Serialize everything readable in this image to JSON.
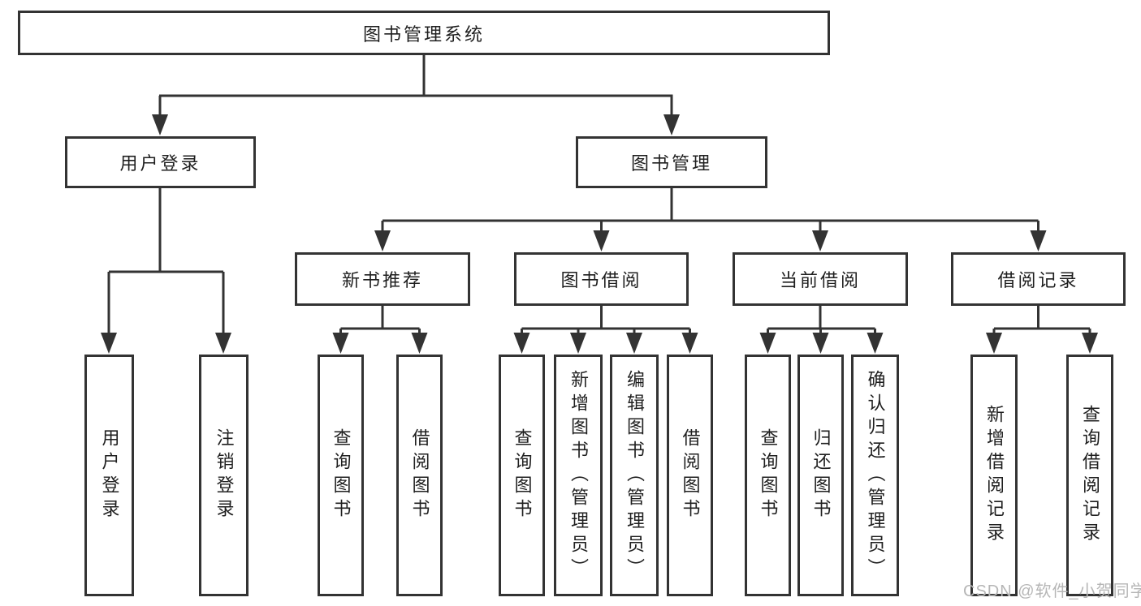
{
  "diagram": {
    "root": {
      "label": "图书管理系统"
    },
    "branches": [
      {
        "label": "用户登录",
        "children": [
          {
            "label": "用户登录"
          },
          {
            "label": "注销登录"
          }
        ]
      },
      {
        "label": "图书管理",
        "children": [
          {
            "label": "新书推荐",
            "children": [
              {
                "label": "查询图书"
              },
              {
                "label": "借阅图书"
              }
            ]
          },
          {
            "label": "图书借阅",
            "children": [
              {
                "label": "查询图书"
              },
              {
                "label": "新增图书（管理员）"
              },
              {
                "label": "编辑图书（管理员）"
              },
              {
                "label": "借阅图书"
              }
            ]
          },
          {
            "label": "当前借阅",
            "children": [
              {
                "label": "查询图书"
              },
              {
                "label": "归还图书"
              },
              {
                "label": "确认归还（管理员）"
              }
            ]
          },
          {
            "label": "借阅记录",
            "children": [
              {
                "label": "新增借阅记录"
              },
              {
                "label": "查询借阅记录"
              }
            ]
          }
        ]
      }
    ]
  },
  "watermark": {
    "text": "CSDN @软件_小贺同学"
  },
  "colors": {
    "line": "#333333",
    "box_border": "#333333",
    "box_fill": "#ffffff",
    "text": "#1f1f1f",
    "watermark": "#b6b6b6",
    "background": "#ffffff"
  }
}
